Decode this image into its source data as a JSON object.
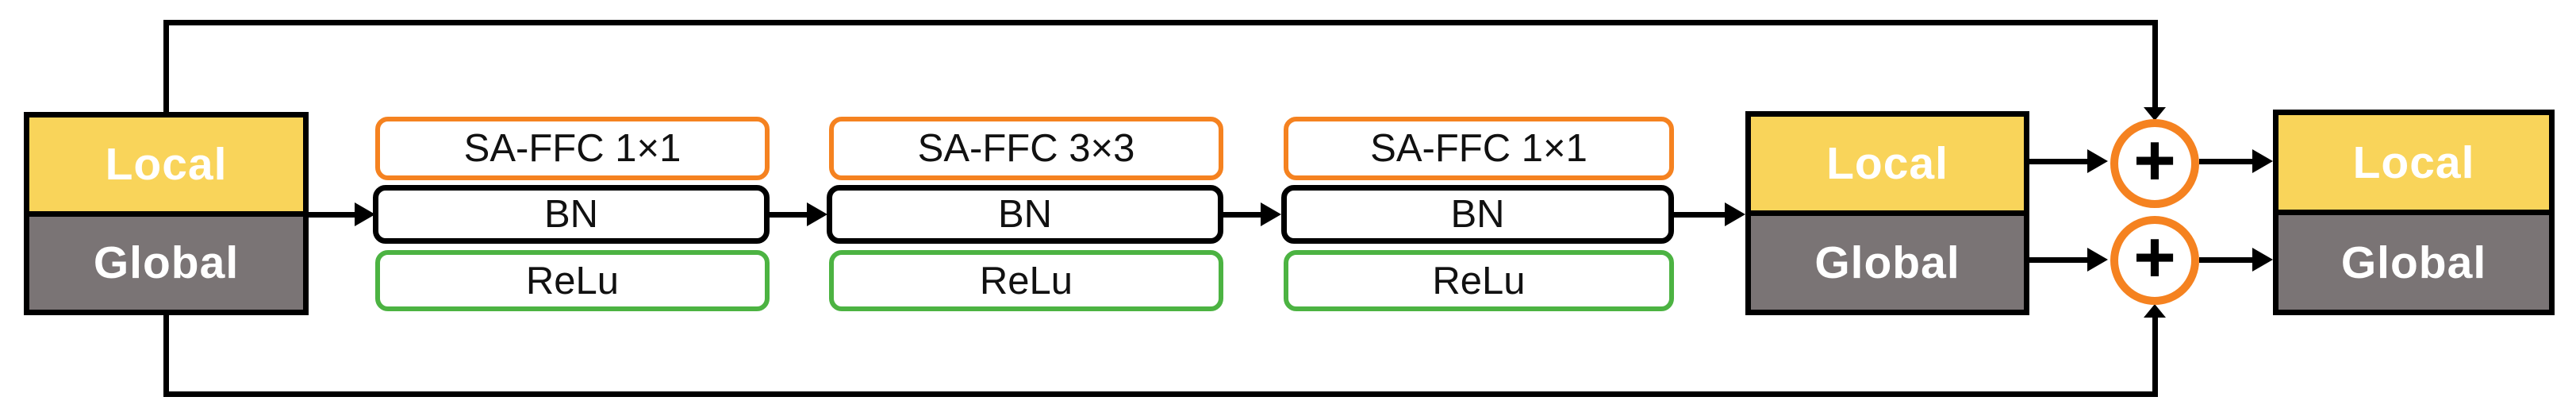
{
  "diagram": {
    "blocks": {
      "input": {
        "local": "Local",
        "global": "Global"
      },
      "fused": {
        "local": "Local",
        "global": "Global"
      },
      "output": {
        "local": "Local",
        "global": "Global"
      }
    },
    "stacks": [
      {
        "conv": "SA-FFC 1×1",
        "bn": "BN",
        "relu": "ReLu"
      },
      {
        "conv": "SA-FFC 3×3",
        "bn": "BN",
        "relu": "ReLu"
      },
      {
        "conv": "SA-FFC 1×1",
        "bn": "BN",
        "relu": "ReLu"
      }
    ],
    "adders": {
      "plus": "+"
    },
    "colors": {
      "local_fill": "#F9D45A",
      "global_fill": "#7A7475",
      "conv_border": "#F58220",
      "relu_border": "#4CB342",
      "adder_border": "#F58220",
      "line": "#000000",
      "label_text": "#FFFFFF",
      "box_text": "#111111"
    }
  }
}
